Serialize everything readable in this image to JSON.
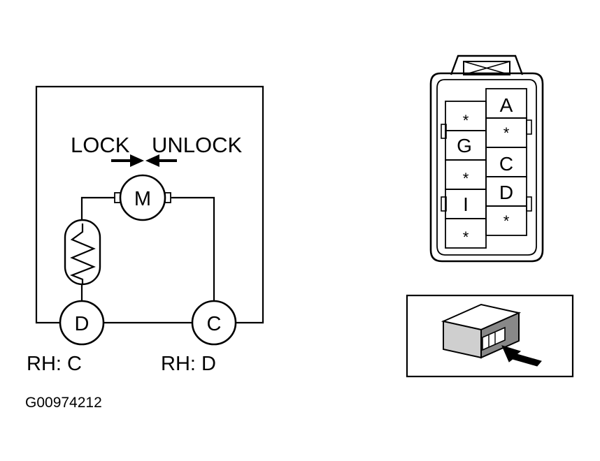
{
  "circuit": {
    "lock_label": "LOCK",
    "unlock_label": "UNLOCK",
    "motor_label": "M",
    "terminal_left": "D",
    "terminal_right": "C",
    "rh_left": "RH: C",
    "rh_right": "RH: D"
  },
  "connector": {
    "pins": {
      "a": "A",
      "c": "C",
      "d": "D",
      "g": "G",
      "i": "I",
      "star": "*"
    }
  },
  "figure_id": "G00974212"
}
